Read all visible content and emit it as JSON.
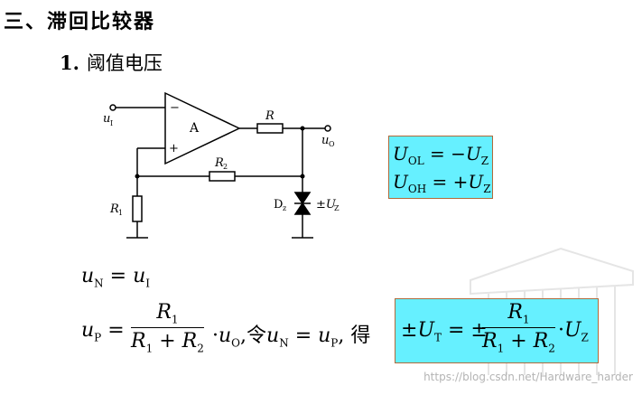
{
  "section": {
    "number": "三、",
    "title": "滞回比较器"
  },
  "subsection": {
    "number": "1.",
    "title": "阈值电压"
  },
  "circuit": {
    "labels": {
      "u_i": "u",
      "u_i_sub": "I",
      "u_o": "u",
      "u_o_sub": "O",
      "minus": "−",
      "plus": "+",
      "opamp": "A",
      "r": "R",
      "r2": "R",
      "r2_sub": "2",
      "r1": "R",
      "r1_sub": "1",
      "dz": "D",
      "dz_sub": "z",
      "uz": "±U",
      "uz_sub": "Z"
    }
  },
  "output_levels": {
    "line1": {
      "var": "U",
      "sub": "OL",
      "rhs": "= −U",
      "rhs_sub": "Z"
    },
    "line2": {
      "var": "U",
      "sub": "OH",
      "rhs": "= +U",
      "rhs_sub": "Z"
    }
  },
  "equations": {
    "un": {
      "lhs": "u",
      "lhs_sub": "N",
      "eq": "=",
      "rhs": "u",
      "rhs_sub": "I"
    },
    "up": {
      "lhs": "u",
      "lhs_sub": "P",
      "eq": "=",
      "num": "R",
      "num_sub": "1",
      "den_a": "R",
      "den_a_sub": "1",
      "den_plus": "+",
      "den_b": "R",
      "den_b_sub": "2",
      "mult": "·",
      "uo": "u",
      "uo_sub": "O",
      "let_text": ",令",
      "un": "u",
      "un_sub": "N",
      "eq2": "=",
      "up": "u",
      "up_sub": "P",
      "get_text": ", 得"
    }
  },
  "threshold_result": {
    "pm": "±",
    "var": "U",
    "sub": "T",
    "eq": "= ±",
    "num": "R",
    "num_sub": "1",
    "den_a": "R",
    "den_a_sub": "1",
    "den_plus": "+",
    "den_b": "R",
    "den_b_sub": "2",
    "mult": "·",
    "uz": "U",
    "uz_sub": "Z"
  },
  "watermark": {
    "text": "https://blog.csdn.net/Hardware_harder"
  }
}
